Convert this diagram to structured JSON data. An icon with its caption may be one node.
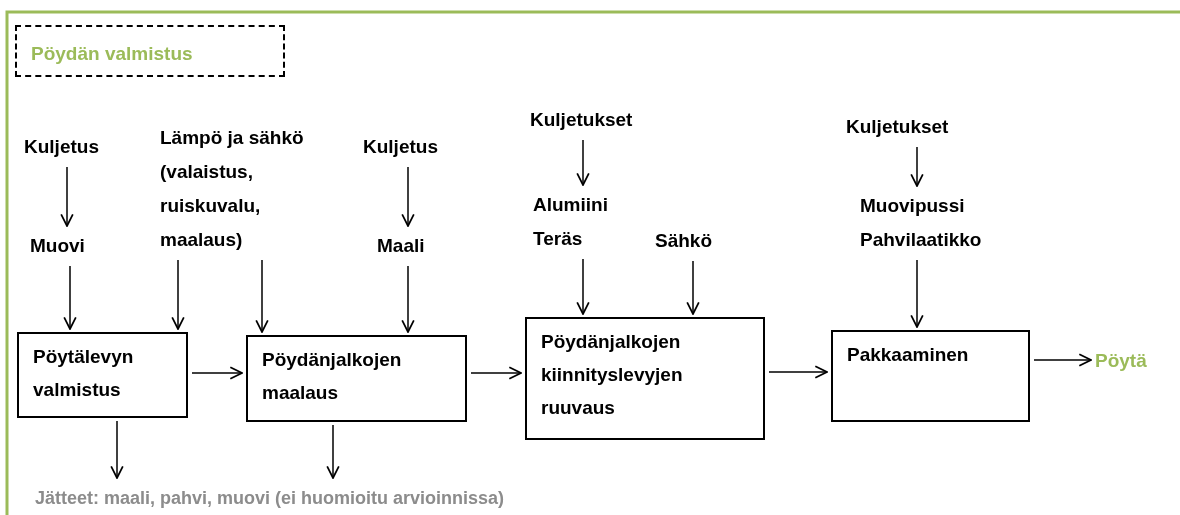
{
  "diagram": {
    "nodes": [
      {
        "text": [
          "Pöydän valmistus"
        ]
      },
      {
        "text": [
          "Kuljetus"
        ]
      },
      {
        "text": [
          "Muovi"
        ]
      },
      {
        "text": [
          "Lämpö ja sähkö (valaistus, ruiskuvalu, maalaus)"
        ]
      },
      {
        "text": [
          "Kuljetus"
        ]
      },
      {
        "text": [
          "Maali"
        ]
      },
      {
        "text": [
          "Kuljetukset"
        ]
      },
      {
        "text": [
          "Alumiini",
          "Teräs"
        ]
      },
      {
        "text": [
          "Sähkö"
        ]
      },
      {
        "text": [
          "Kuljetukset"
        ]
      },
      {
        "text": [
          "Muovipussi",
          "Pahvilaatikko"
        ]
      },
      {
        "text": [
          "Pöytälevyn valmistus"
        ]
      },
      {
        "text": [
          "Pöydänjalkojen maalaus"
        ]
      },
      {
        "text": [
          "Pöydänjalkojen kiinnityslevyjen ruuvaus"
        ]
      },
      {
        "text": [
          "Pakkaaminen"
        ]
      },
      {
        "text": [
          "Pöytä"
        ]
      },
      {
        "text": [
          "Jätteet: maali, pahvi, muovi (ei huomioitu arvioinnissa)"
        ]
      }
    ],
    "edges": [
      {
        "from": 1,
        "to": 2,
        "arrow": "to"
      },
      {
        "from": 2,
        "to": 11,
        "arrow": "to"
      },
      {
        "from": 3,
        "to": 11,
        "arrow": "to"
      },
      {
        "from": 3,
        "to": 12,
        "arrow": "to"
      },
      {
        "from": 4,
        "to": 5,
        "arrow": "to"
      },
      {
        "from": 5,
        "to": 12,
        "arrow": "to"
      },
      {
        "from": 6,
        "to": 7,
        "arrow": "to"
      },
      {
        "from": 7,
        "to": 13,
        "arrow": "to"
      },
      {
        "from": 8,
        "to": 13,
        "arrow": "to"
      },
      {
        "from": 9,
        "to": 10,
        "arrow": "to"
      },
      {
        "from": 10,
        "to": 14,
        "arrow": "to"
      },
      {
        "from": 11,
        "to": 12,
        "arrow": "to"
      },
      {
        "from": 12,
        "to": 13,
        "arrow": "to"
      },
      {
        "from": 13,
        "to": 14,
        "arrow": "to"
      },
      {
        "from": 14,
        "to": 15,
        "arrow": "to"
      },
      {
        "from": 11,
        "to": 16,
        "arrow": "to"
      },
      {
        "from": 12,
        "to": 16,
        "arrow": "to"
      }
    ]
  }
}
